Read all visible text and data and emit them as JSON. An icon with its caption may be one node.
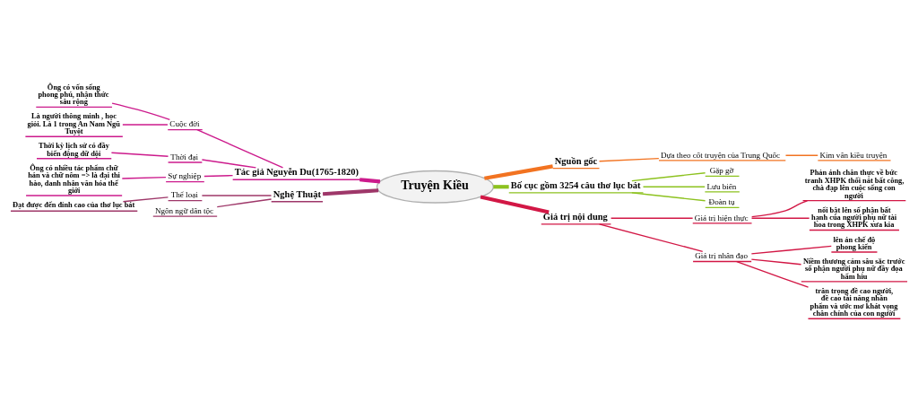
{
  "diagram": {
    "nodes": [
      {
        "text": [
          "Truyện Kiều"
        ]
      },
      {
        "text": [
          "Tác giả Nguyễn Du(1765-1820)"
        ]
      },
      {
        "text": [
          "Cuộc đời"
        ]
      },
      {
        "text": [
          "Ông có vốn sống phong phú, nhận thức sâu rộng"
        ]
      },
      {
        "text": [
          "Là người thông minh , học giỏi. Là 1 trong An Nam Ngũ Tuyệt"
        ]
      },
      {
        "text": [
          "Thời đại"
        ]
      },
      {
        "text": [
          "Thời kỳ lịch sử có đầy biến động dữ dội"
        ]
      },
      {
        "text": [
          "Sự nghiệp"
        ]
      },
      {
        "text": [
          "Ông có nhiều tác phẩm chữ hán và chữ nôm => là đại thi hào, danh nhân văn hóa thế giới"
        ]
      },
      {
        "text": [
          "Nguồn gốc"
        ]
      },
      {
        "text": [
          "Dựa theo cốt truyện của Trung Quốc"
        ]
      },
      {
        "text": [
          "Kim vân kiều truyện"
        ]
      },
      {
        "text": [
          "Bố cục gồm 3254 câu thơ lục bát"
        ]
      },
      {
        "text": [
          "Gặp gỡ"
        ]
      },
      {
        "text": [
          "Lưu biến"
        ]
      },
      {
        "text": [
          "Đoàn tụ"
        ]
      },
      {
        "text": [
          "Giá trị nội dung"
        ]
      },
      {
        "text": [
          "Giá trị hiện thực"
        ]
      },
      {
        "text": [
          "Phản ánh chân thực về bức tranh XHPK thối nát bất công, chà đạp lên cuộc sống con người"
        ]
      },
      {
        "text": [
          "nổi bật lên số phận bất hạnh của người phụ nữ tài hoa trong XHPK xưa kia"
        ]
      },
      {
        "text": [
          "Giá trị nhân đạo"
        ]
      },
      {
        "text": [
          "lên án chế độ phong kiến"
        ]
      },
      {
        "text": [
          "Niềm thương cảm sâu sắc trước số phận người phụ nữ đầy đọa hẩm hiu"
        ]
      },
      {
        "text": [
          "trân trọng đề cao người, đề cao tài năng nhân phẩm và ước mơ khát vọng chân chính của con người"
        ]
      },
      {
        "text": [
          "Nghệ Thuật"
        ]
      },
      {
        "text": [
          "Thể loại"
        ]
      },
      {
        "text": [
          "Đạt được đến đỉnh cao của thơ lục bát"
        ]
      },
      {
        "text": [
          "Ngôn ngữ dân tộc"
        ]
      }
    ],
    "edges": [
      {
        "from": 0,
        "to": 1,
        "arrow": "none",
        "style": "thick",
        "color": "#cc1a8c"
      },
      {
        "from": 1,
        "to": 2,
        "arrow": "none",
        "color": "#cc1a8c"
      },
      {
        "from": 2,
        "to": 3,
        "arrow": "none",
        "color": "#cc1a8c"
      },
      {
        "from": 2,
        "to": 4,
        "arrow": "none",
        "color": "#cc1a8c"
      },
      {
        "from": 1,
        "to": 5,
        "arrow": "none",
        "color": "#cc1a8c"
      },
      {
        "from": 5,
        "to": 6,
        "arrow": "none",
        "color": "#cc1a8c"
      },
      {
        "from": 1,
        "to": 7,
        "arrow": "none",
        "color": "#cc1a8c"
      },
      {
        "from": 7,
        "to": 8,
        "arrow": "none",
        "color": "#cc1a8c"
      },
      {
        "from": 0,
        "to": 9,
        "arrow": "none",
        "style": "thick",
        "color": "#f27321"
      },
      {
        "from": 9,
        "to": 10,
        "arrow": "none",
        "color": "#f27321"
      },
      {
        "from": 10,
        "to": 11,
        "arrow": "none",
        "color": "#f27321"
      },
      {
        "from": 0,
        "to": 12,
        "arrow": "none",
        "style": "thick",
        "color": "#8dc21f"
      },
      {
        "from": 12,
        "to": 13,
        "arrow": "none",
        "color": "#8dc21f"
      },
      {
        "from": 12,
        "to": 14,
        "arrow": "none",
        "color": "#8dc21f"
      },
      {
        "from": 12,
        "to": 15,
        "arrow": "none",
        "color": "#8dc21f"
      },
      {
        "from": 0,
        "to": 16,
        "arrow": "none",
        "style": "thick",
        "color": "#d21745"
      },
      {
        "from": 16,
        "to": 17,
        "arrow": "none",
        "color": "#d21745"
      },
      {
        "from": 17,
        "to": 18,
        "arrow": "none",
        "color": "#d21745"
      },
      {
        "from": 17,
        "to": 19,
        "arrow": "none",
        "color": "#d21745"
      },
      {
        "from": 16,
        "to": 20,
        "arrow": "none",
        "color": "#d21745"
      },
      {
        "from": 20,
        "to": 21,
        "arrow": "none",
        "color": "#d21745"
      },
      {
        "from": 20,
        "to": 22,
        "arrow": "none",
        "color": "#d21745"
      },
      {
        "from": 20,
        "to": 23,
        "arrow": "none",
        "color": "#d21745"
      },
      {
        "from": 0,
        "to": 24,
        "arrow": "none",
        "style": "thick",
        "color": "#9e3769"
      },
      {
        "from": 24,
        "to": 25,
        "arrow": "none",
        "color": "#9e3769"
      },
      {
        "from": 25,
        "to": 26,
        "arrow": "none",
        "color": "#9e3769"
      },
      {
        "from": 24,
        "to": 27,
        "arrow": "none",
        "color": "#9e3769"
      }
    ]
  }
}
